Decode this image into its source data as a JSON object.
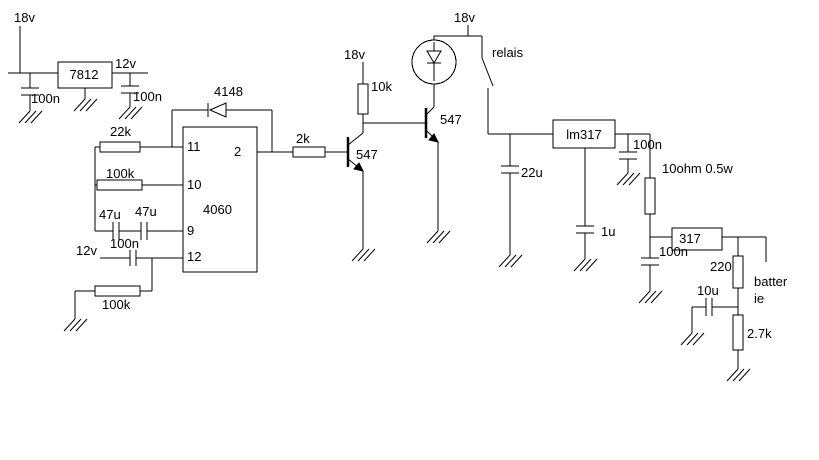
{
  "diagram": {
    "type": "circuit-schematic",
    "ink_color": "#000000",
    "background_color": "#ffffff"
  },
  "labels": {
    "v18_input": "18v",
    "reg_7812": "7812",
    "v12_out": "12v",
    "cap_100n_in": "100n",
    "cap_100n_out": "100n",
    "diode_4148": "4148",
    "r_22k": "22k",
    "pin_11": "11",
    "pin_2": "2",
    "r_100k_osc": "100k",
    "pin_10": "10",
    "ic_4060": "4060",
    "cap_47u_a": "47u",
    "cap_47u_b": "47u",
    "pin_9": "9",
    "v12_reset": "12v",
    "cap_100n_reset": "100n",
    "pin_12": "12",
    "r_100k_reset": "100k",
    "r_2k": "2k",
    "q1_547": "547",
    "v18_driver": "18v",
    "r_10k": "10k",
    "q2_547": "547",
    "v18_relay": "18v",
    "relay": "relais",
    "cap_22u": "22u",
    "reg_lm317": "lm317",
    "cap_100n_lm317": "100n",
    "r_10ohm": "10ohm 0.5w",
    "cap_1u": "1u",
    "reg_317": "317",
    "cap_100n_317": "100n",
    "r_220": "220",
    "battery_line1": "batter",
    "battery_line2": "ie",
    "cap_10u": "10u",
    "r_2k7": "2.7k"
  }
}
